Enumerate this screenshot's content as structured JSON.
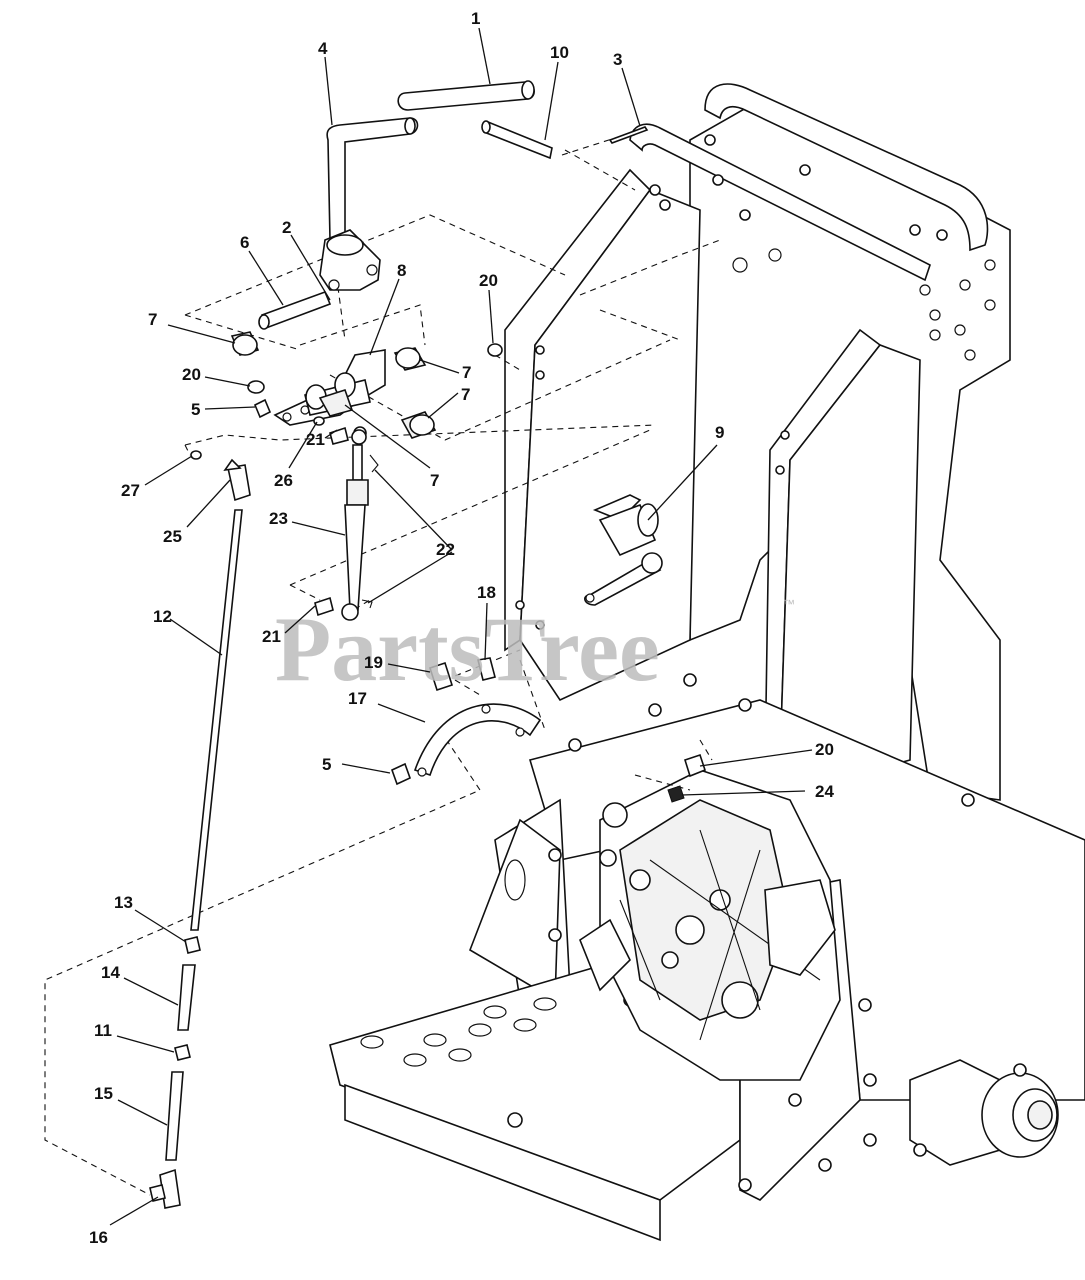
{
  "watermark": {
    "brand": "PartsTree",
    "trademark": "™"
  },
  "callouts": [
    "1",
    "4",
    "10",
    "3",
    "2",
    "6",
    "8",
    "20",
    "7",
    "7",
    "20",
    "5",
    "7",
    "7",
    "21",
    "26",
    "9",
    "27",
    "25",
    "23",
    "22",
    "12",
    "18",
    "21",
    "19",
    "17",
    "20",
    "24",
    "5",
    "13",
    "14",
    "11",
    "15",
    "16"
  ]
}
